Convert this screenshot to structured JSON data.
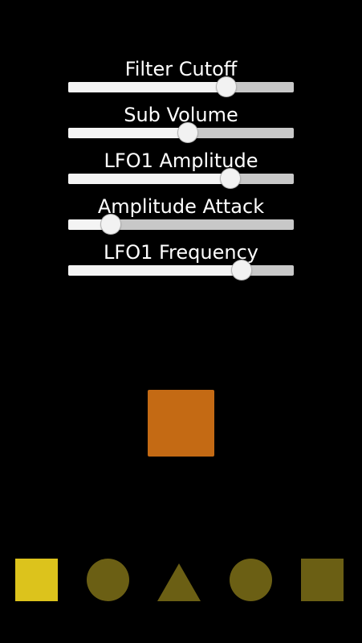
{
  "sliders": [
    {
      "label": "Filter Cutoff",
      "value": 0.7
    },
    {
      "label": "Sub Volume",
      "value": 0.53
    },
    {
      "label": "LFO1 Amplitude",
      "value": 0.72
    },
    {
      "label": "Amplitude Attack",
      "value": 0.19
    },
    {
      "label": "LFO1 Frequency",
      "value": 0.77
    }
  ],
  "center_square": {
    "color": "#c46a14"
  },
  "shapes": [
    {
      "name": "square",
      "icon": "square-icon",
      "color": "#dcc31c"
    },
    {
      "name": "circle",
      "icon": "circle-icon",
      "color": "#6b5f14"
    },
    {
      "name": "triangle",
      "icon": "triangle-icon",
      "color": "#6b5f14"
    },
    {
      "name": "circle",
      "icon": "circle-icon",
      "color": "#6b5f14"
    },
    {
      "name": "square",
      "icon": "square-icon",
      "color": "#6b5f14"
    }
  ],
  "colors": {
    "background": "#000000",
    "label": "#ffffff",
    "track": "#c8c8c8",
    "track_fill": "#f4f4f4",
    "thumb": "#f2f2f2"
  }
}
